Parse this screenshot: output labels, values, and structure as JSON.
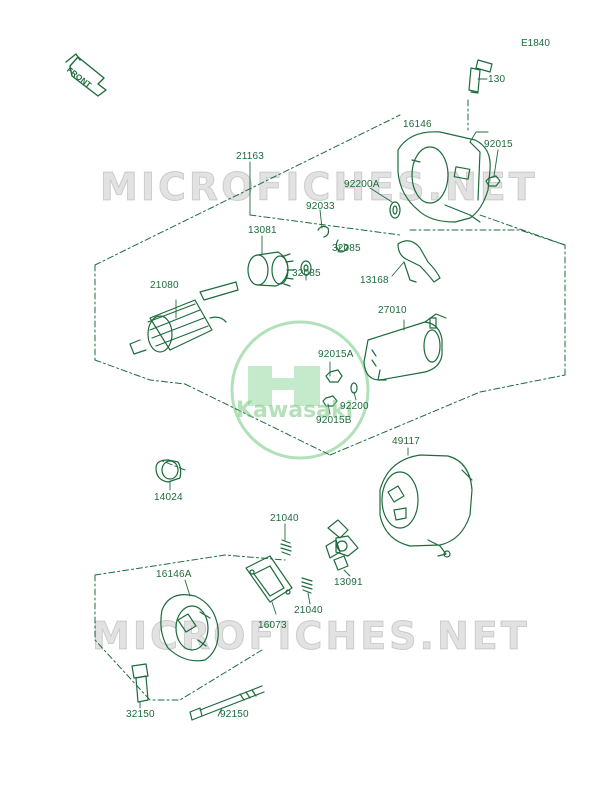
{
  "diagram_id": "E1840",
  "front_marker": "FRONT",
  "watermark_top": "MICROFICHES.NET",
  "watermark_bottom": "MICROFICHES.NET",
  "logo_text": "Kawasaki",
  "colors": {
    "line": "#1d6b3d",
    "watermark": "#9a9a9a",
    "logo": "#7cc88a"
  },
  "parts": {
    "p130": "130",
    "p16146": "16146",
    "p92015": "92015",
    "p21163": "21163",
    "p92200A": "92200A",
    "p92033": "92033",
    "p13081": "13081",
    "p32085a": "32085",
    "p32085b": "32085",
    "p13168": "13168",
    "p21080": "21080",
    "p27010": "27010",
    "p92015A": "92015A",
    "p92200": "92200",
    "p92015B": "92015B",
    "p49117": "49117",
    "p14024": "14024",
    "p21040a": "21040",
    "p13091": "13091",
    "p16146A": "16146A",
    "p21040b": "21040",
    "p16073": "16073",
    "p32150": "32150",
    "p92150": "92150"
  }
}
